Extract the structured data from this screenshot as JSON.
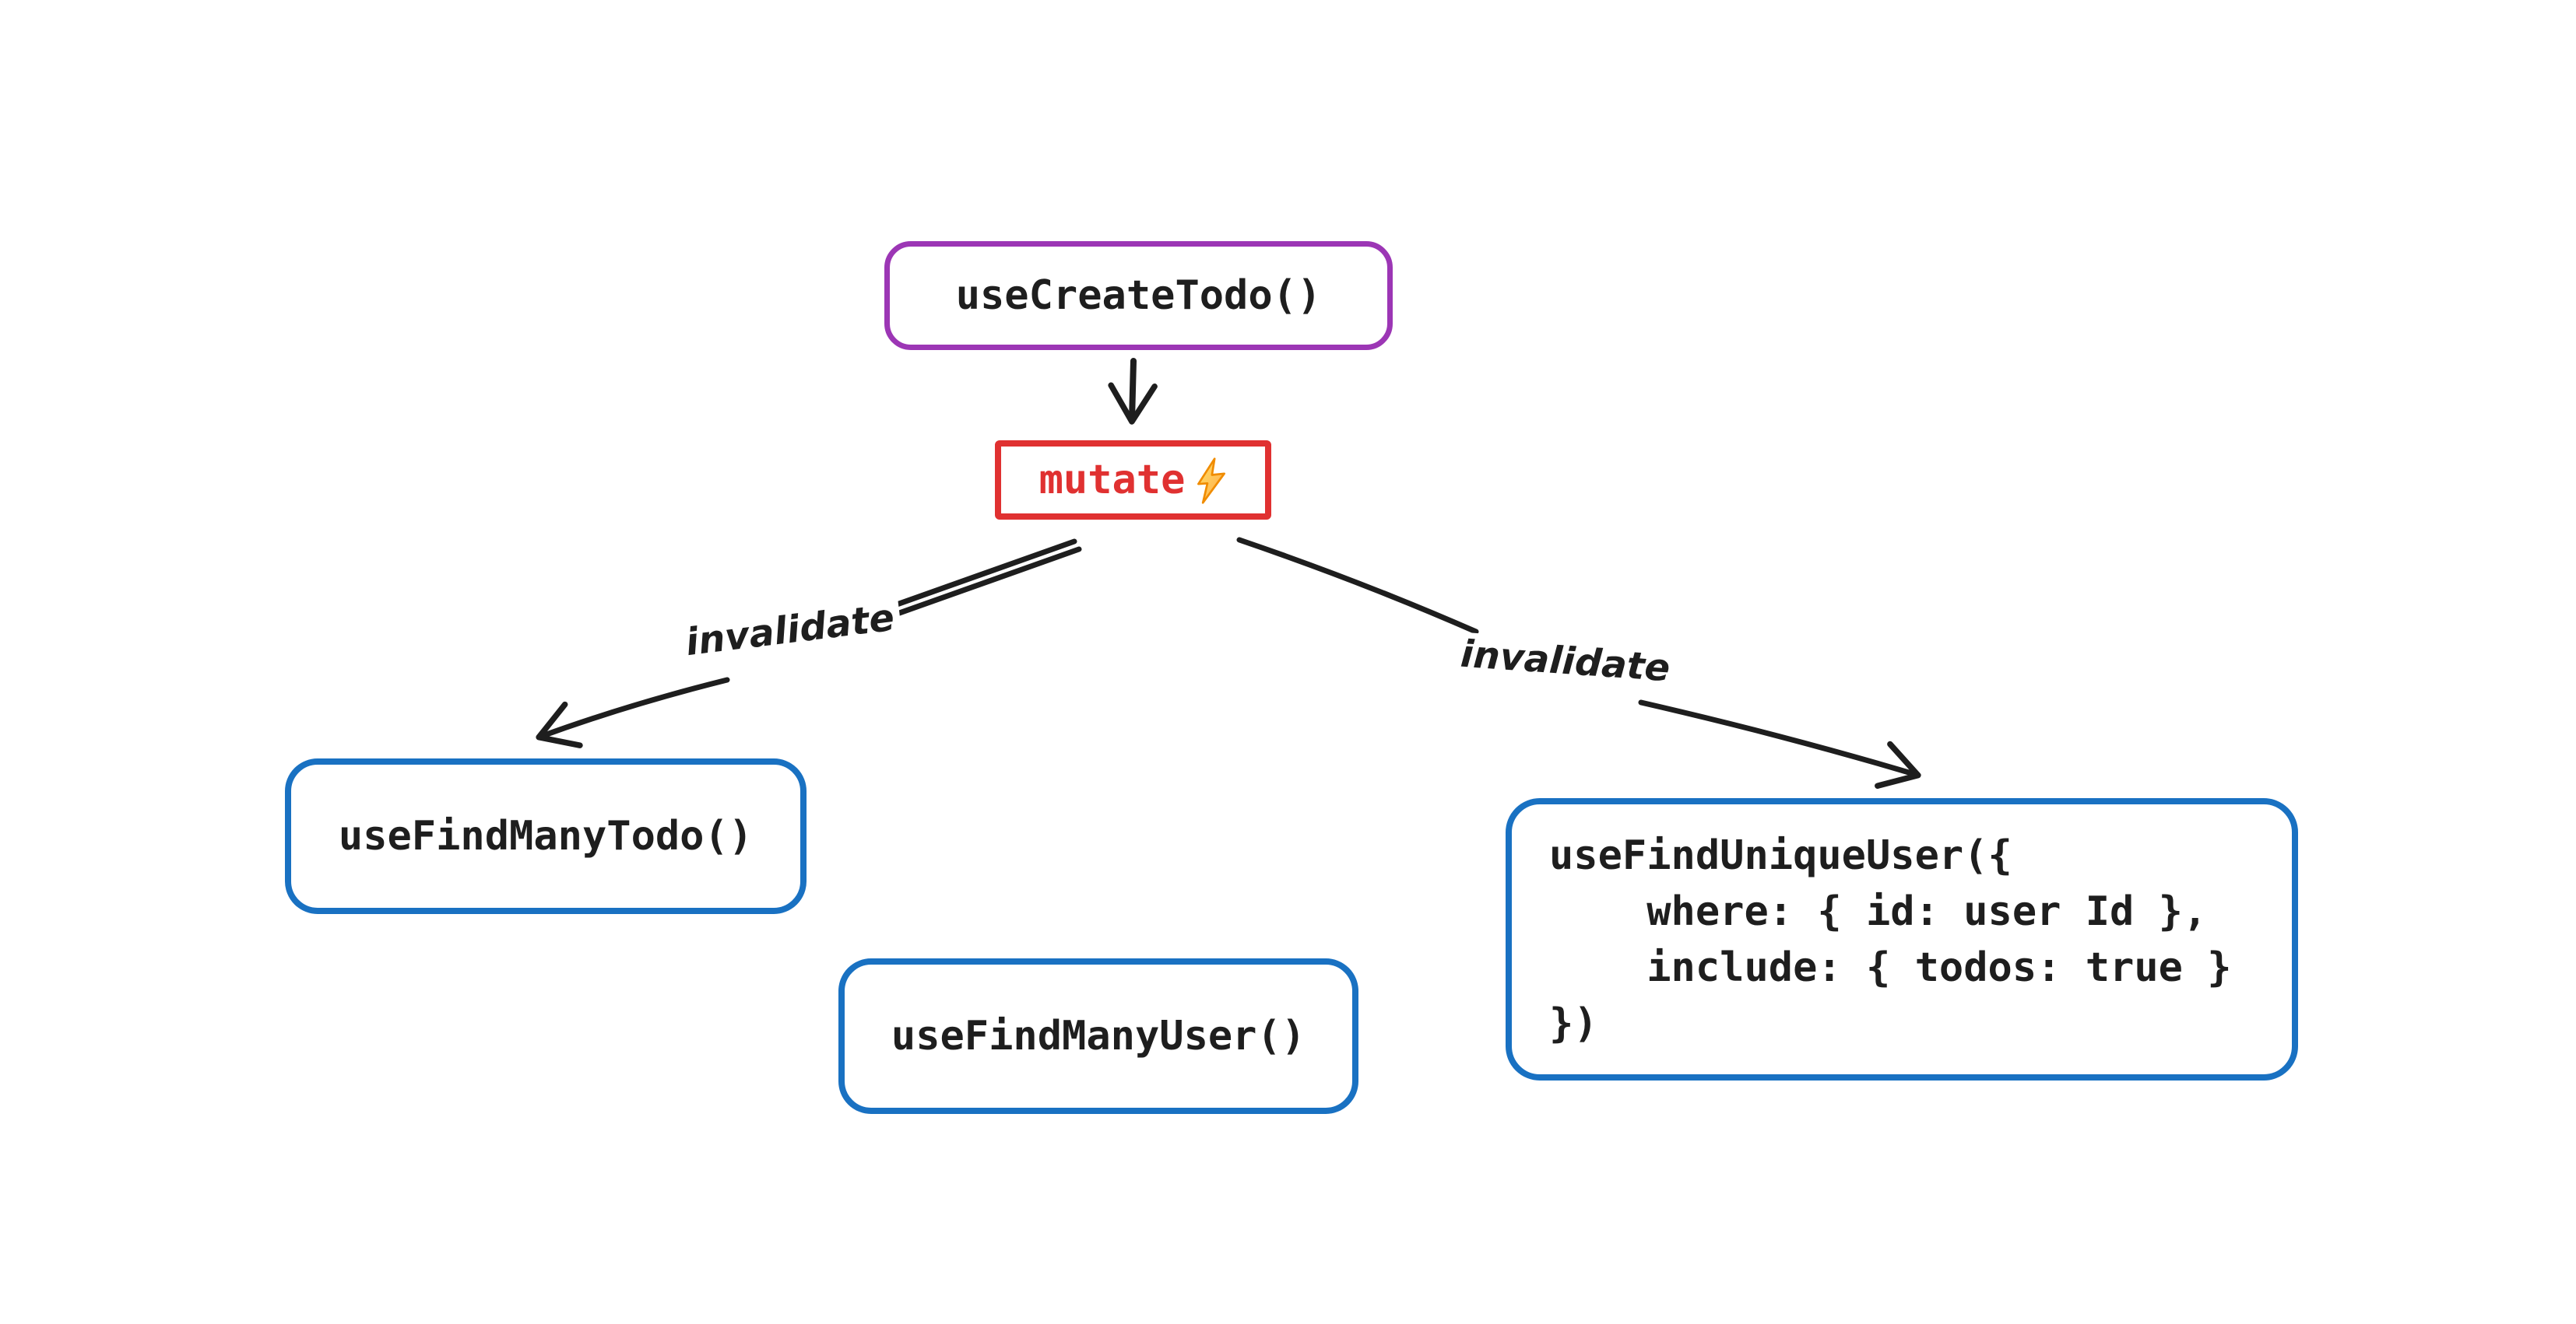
{
  "diagram": {
    "background_color": "#ffffff",
    "ink_color": "#1e1e1e",
    "nodes": {
      "create_todo": {
        "label": "useCreateTodo()",
        "border_color": "#9c36b5",
        "text_color": "#1e1e1e"
      },
      "mutate": {
        "label": "mutate",
        "icon": "lightning-bolt",
        "border_color": "#e03131",
        "text_color": "#e03131",
        "bolt_fill": "#ffd43b",
        "bolt_stroke": "#f08c00"
      },
      "find_many_todo": {
        "label": "useFindManyTodo()",
        "border_color": "#1971c2",
        "text_color": "#1e1e1e"
      },
      "find_many_user": {
        "label": "useFindManyUser()",
        "border_color": "#1971c2",
        "text_color": "#1e1e1e"
      },
      "find_unique_user": {
        "border_color": "#1971c2",
        "text_color": "#1e1e1e",
        "lines": [
          "useFindUniqueUser({",
          "    where: { id: user Id },",
          "    include: { todos: true }",
          "})"
        ]
      }
    },
    "edges": {
      "mutate_to_find_many_todo": {
        "label": "invalidate"
      },
      "mutate_to_find_unique_user": {
        "label": "invalidate"
      }
    }
  }
}
